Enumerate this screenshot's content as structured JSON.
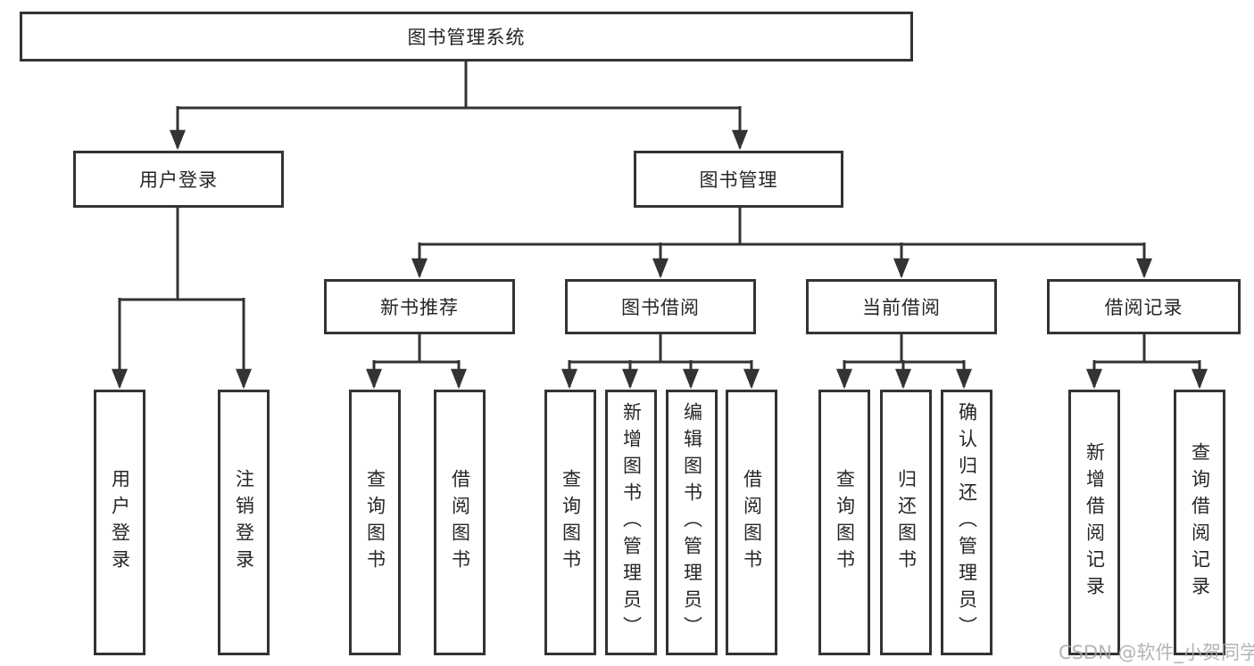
{
  "nodes": {
    "root": "图书管理系统",
    "user_login": "用户登录",
    "book_mgmt": "图书管理",
    "new_book": "新书推荐",
    "book_borrow": "图书借阅",
    "current_borrow": "当前借阅",
    "borrow_record": "借阅记录",
    "leaf_user_login": "用户登录",
    "leaf_logout": "注销登录",
    "leaf_nb_query": "查询图书",
    "leaf_nb_borrow": "借阅图书",
    "leaf_bb_query": "查询图书",
    "leaf_bb_add": "新增图书（管理员）",
    "leaf_bb_edit": "编辑图书（管理员）",
    "leaf_bb_borrow": "借阅图书",
    "leaf_cb_query": "查询图书",
    "leaf_cb_return": "归还图书",
    "leaf_cb_confirm": "确认归还（管理员）",
    "leaf_br_add": "新增借阅记录",
    "leaf_br_query": "查询借阅记录"
  },
  "watermark": "CSDN @软件_小贺同学",
  "colors": {
    "line": "#333333",
    "text": "#262626",
    "watermark": "#a8a8a8",
    "bg": "#ffffff"
  }
}
